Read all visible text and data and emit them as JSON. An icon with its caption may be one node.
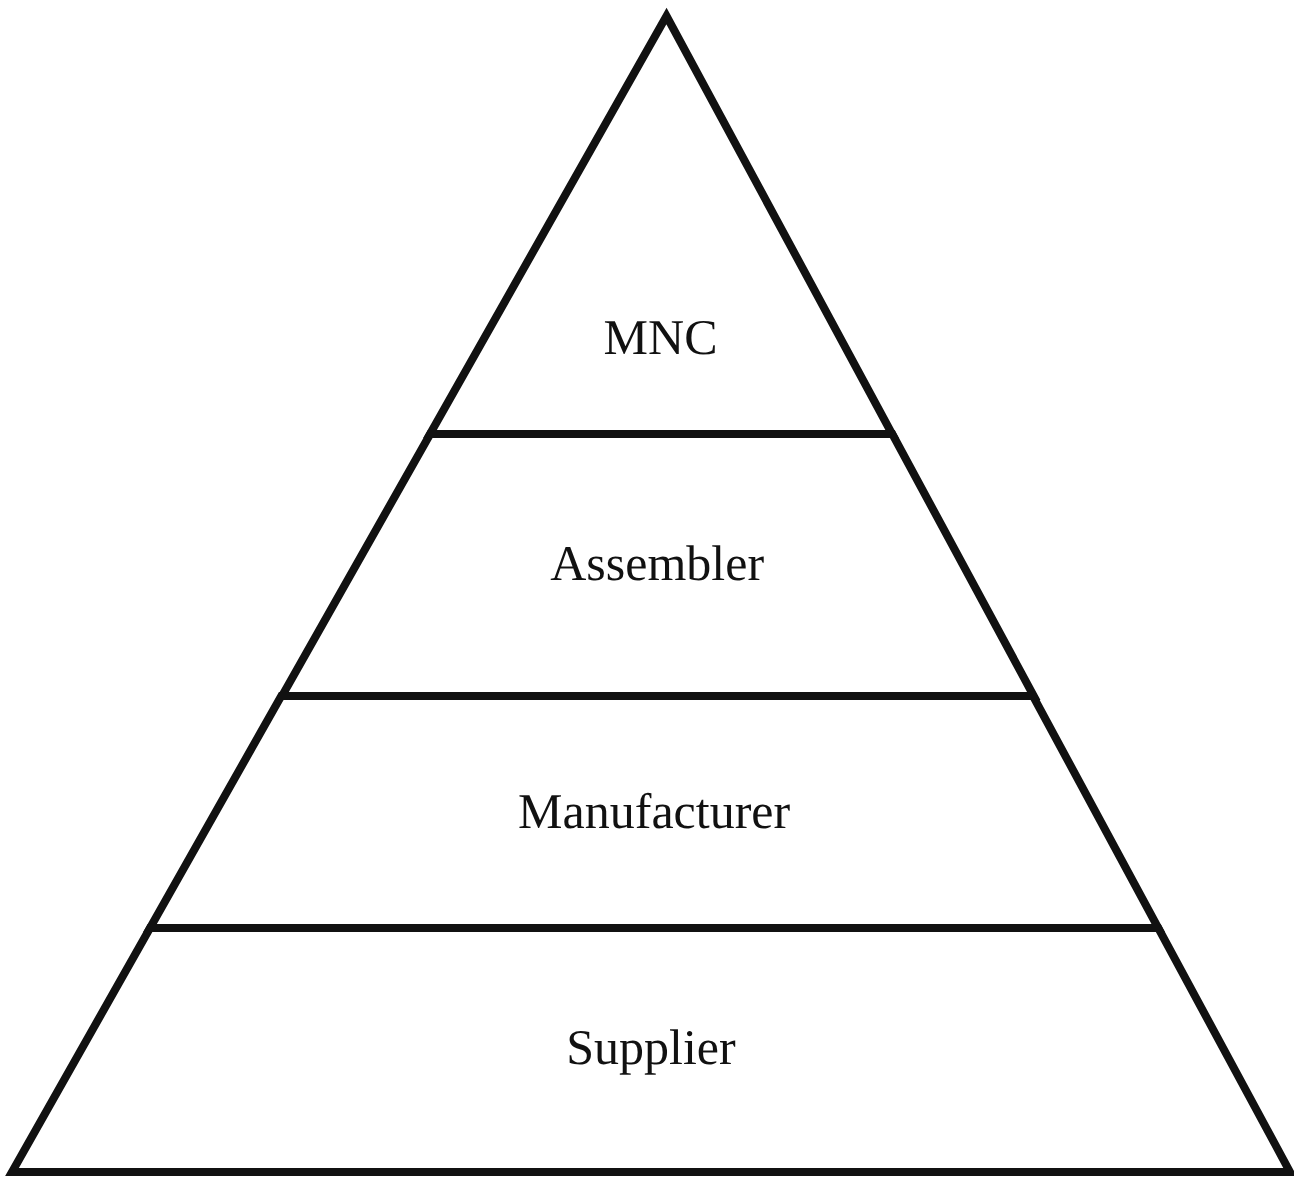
{
  "diagram": {
    "nodes": [
      {
        "text": [
          "MNC"
        ]
      },
      {
        "text": [
          "Assembler"
        ]
      },
      {
        "text": [
          "Manufacturer"
        ]
      },
      {
        "text": [
          "Supplier"
        ]
      }
    ]
  }
}
